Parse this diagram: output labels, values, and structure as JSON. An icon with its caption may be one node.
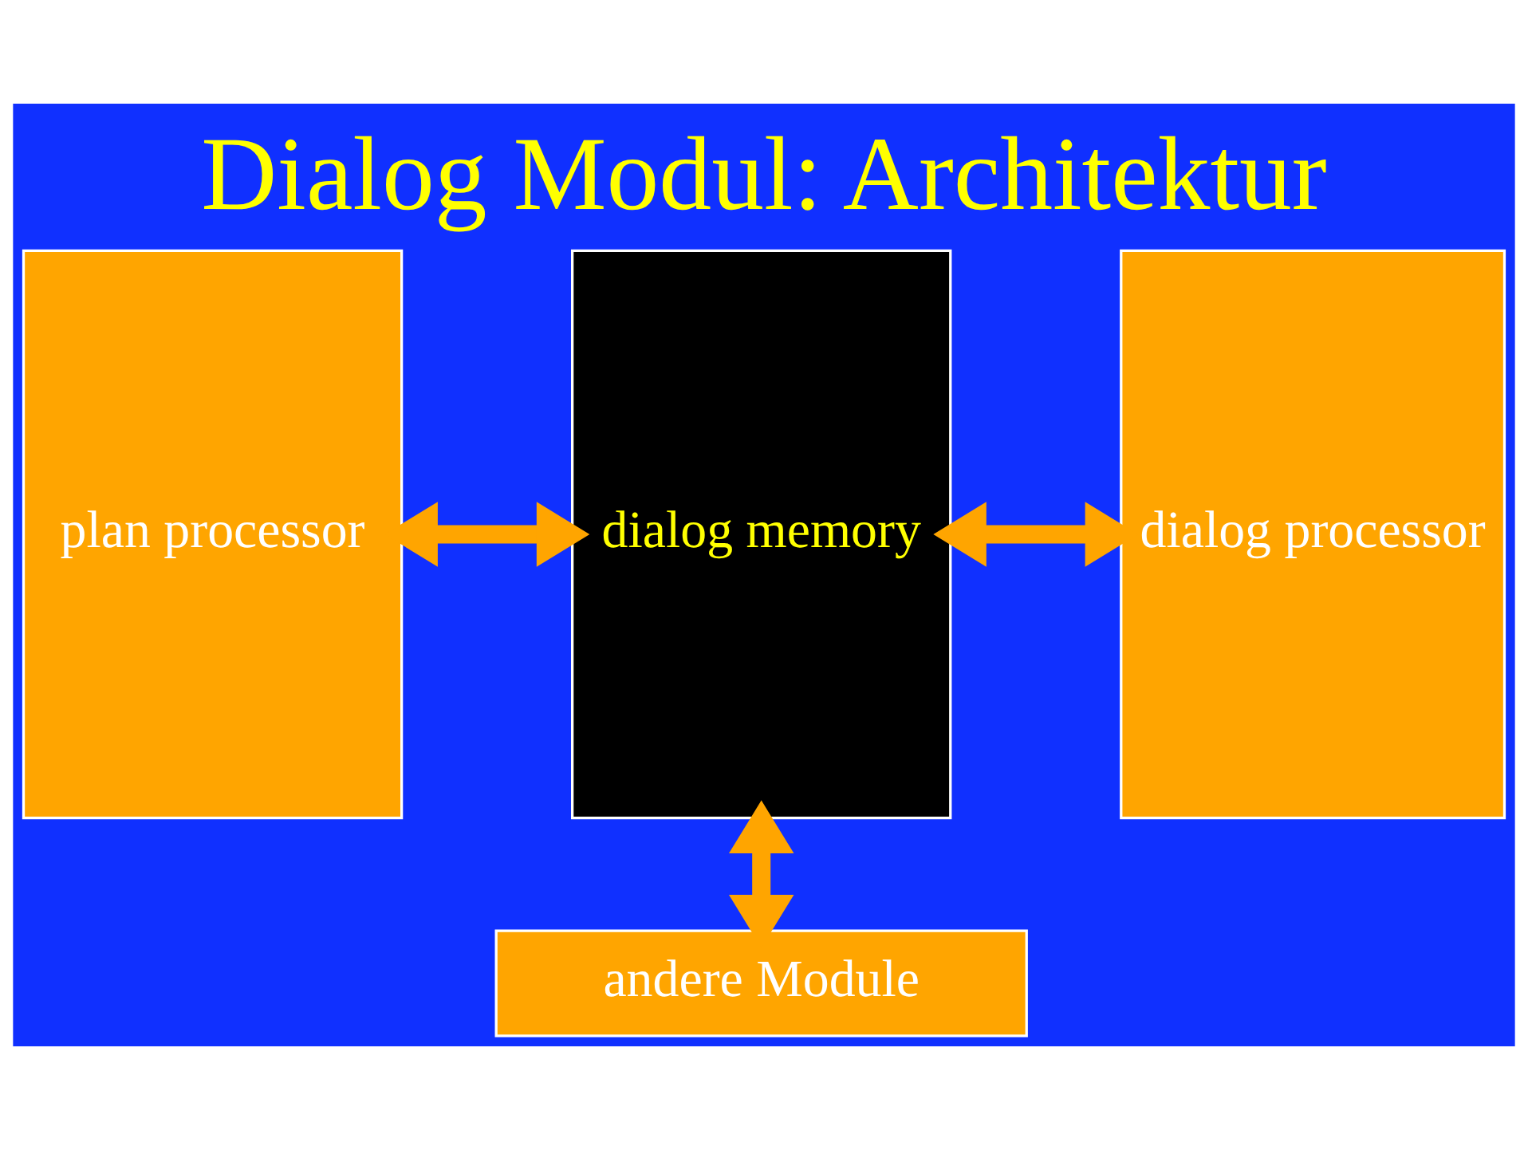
{
  "diagram": {
    "title": "Dialog Modul: Architektur",
    "nodes": [
      {
        "text": [
          "plan processor"
        ]
      },
      {
        "text": [
          "dialog memory"
        ]
      },
      {
        "text": [
          "dialog processor"
        ]
      },
      {
        "text": [
          "andere Module"
        ]
      }
    ],
    "edges": [
      {
        "from": 0,
        "to": 1,
        "arrow": "both"
      },
      {
        "from": 1,
        "to": 2,
        "arrow": "both"
      },
      {
        "from": 1,
        "to": 3,
        "arrow": "both"
      }
    ]
  }
}
